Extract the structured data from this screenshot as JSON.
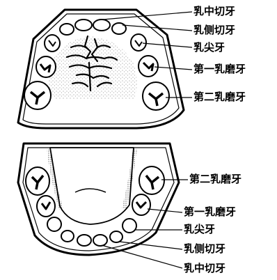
{
  "upper_arch": {
    "labels": {
      "central_incisor": "乳中切牙",
      "lateral_incisor": "乳侧切牙",
      "canine": "乳尖牙",
      "first_molar": "第一乳磨牙",
      "second_molar": "第二乳磨牙"
    }
  },
  "lower_arch": {
    "labels": {
      "second_molar": "第二乳磨牙",
      "first_molar": "第一乳磨牙",
      "canine": "乳尖牙",
      "lateral_incisor": "乳侧切牙",
      "central_incisor": "乳中切牙"
    }
  },
  "colors": {
    "ink": "#000000",
    "paper": "#ffffff"
  }
}
